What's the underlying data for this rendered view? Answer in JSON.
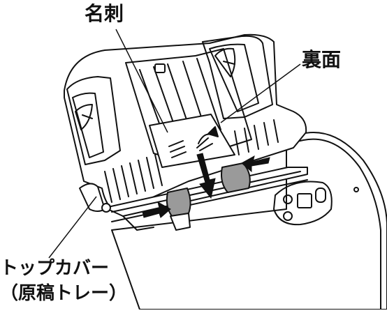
{
  "labels": {
    "business_card": "名刺",
    "back_side": "裏面",
    "top_cover": "トップカバー",
    "top_cover_sub": "（原稿トレー）"
  },
  "colors": {
    "line": "#111111",
    "guide_fill": "#9a9a9a",
    "background": "#ffffff"
  }
}
